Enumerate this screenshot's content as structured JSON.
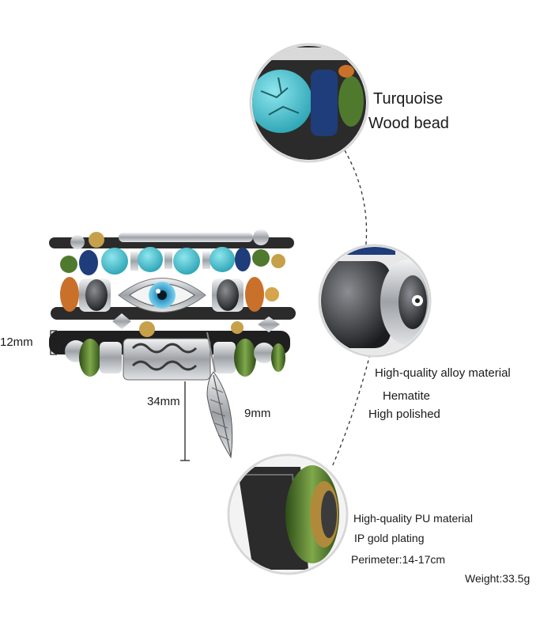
{
  "labels": {
    "turquoise": "Turquoise",
    "wood_bead": "Wood bead",
    "width_dim": "12mm",
    "pendant_length_dim": "34mm",
    "pendant_width_dim": "9mm",
    "alloy": "High-quality alloy material",
    "hematite": "Hematite",
    "polished": "High polished",
    "pu": "High-quality PU material",
    "ip_gold": "IP gold plating",
    "perimeter": "Perimeter:14-17cm",
    "weight": "Weight:33.5g"
  },
  "colors": {
    "turquoise": "#3fb8c7",
    "leather": "#2b2b2b",
    "silver": "#b9bcc0",
    "wood_orange": "#c9702a",
    "green_bead": "#4f7a2e",
    "navy_bead": "#1f3d7a"
  }
}
